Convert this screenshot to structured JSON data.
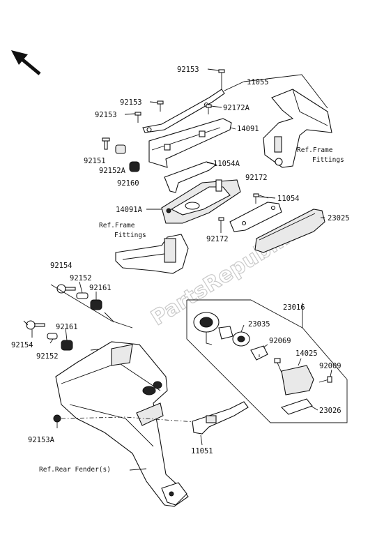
{
  "watermark": "PartsRepublik",
  "labels": {
    "p92153_a": "92153",
    "p11055": "11055",
    "p92153_b": "92153",
    "p92172A": "92172A",
    "p92153_c": "92153",
    "p14091": "14091",
    "p92151": "92151",
    "p92152A": "92152A",
    "p11054A": "11054A",
    "p92160": "92160",
    "p92172_a": "92172",
    "p11054": "11054",
    "p14091A": "14091A",
    "p23025": "23025",
    "p92172_b": "92172",
    "p92154_a": "92154",
    "p92152_a": "92152",
    "p92161_a": "92161",
    "p23016": "23016",
    "p23035": "23035",
    "p92161_b": "92161",
    "p92069": "92069",
    "p14025": "14025",
    "p92154_b": "92154",
    "p92009": "92009",
    "p92152_b": "92152",
    "p23026": "23026",
    "p92153A": "92153A",
    "p11051": "11051"
  },
  "refs": {
    "frame_top_1": "Ref.Frame",
    "frame_top_2": "Fittings",
    "frame_left_1": "Ref.Frame",
    "frame_left_2": "Fittings",
    "rear_fender": "Ref.Rear Fender(s)"
  }
}
